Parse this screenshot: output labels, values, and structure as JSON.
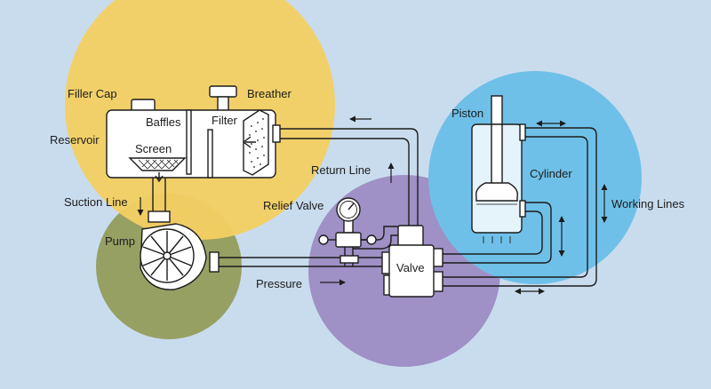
{
  "labels": {
    "filler_cap": "Filler Cap",
    "breather": "Breather",
    "baffles": "Baffles",
    "filter": "Filter",
    "reservoir": "Reservoir",
    "screen": "Screen",
    "suction_line": "Suction Line",
    "pump": "Pump",
    "return_line": "Return Line",
    "relief_valve": "Relief Valve",
    "valve": "Valve",
    "pressure": "Pressure",
    "piston": "Piston",
    "cylinder": "Cylinder",
    "working_lines": "Working Lines"
  },
  "colors": {
    "background": "#c9dcee",
    "reservoir_zone": "#f2cf63",
    "pump_zone": "#96a063",
    "valve_zone": "#9f90c5",
    "cylinder_zone": "#6fc0e8",
    "line": "#1c1c1c"
  }
}
